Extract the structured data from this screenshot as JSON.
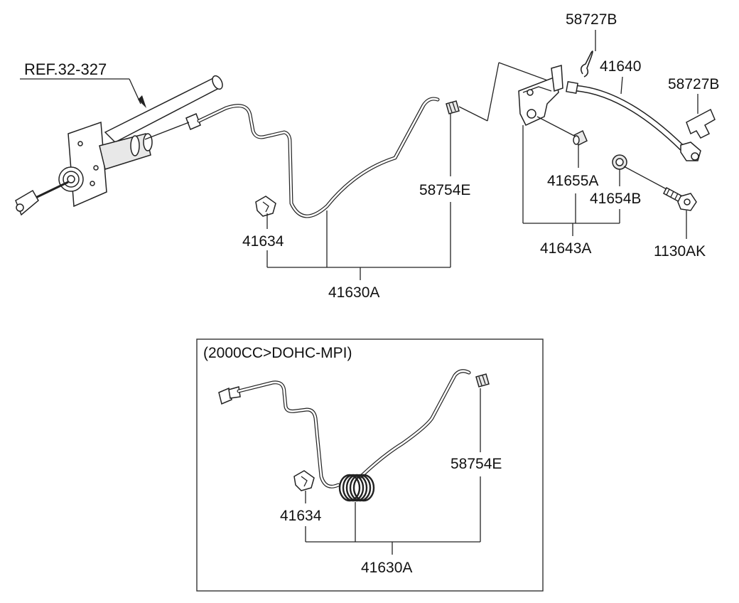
{
  "main": {
    "ref_label": "REF.32-327",
    "labels": {
      "p58727b_top": "58727B",
      "p41640": "41640",
      "p58727b_right": "58727B",
      "p41655a": "41655A",
      "p41654b": "41654B",
      "p58754e": "58754E",
      "p41634": "41634",
      "p41643a": "41643A",
      "p1130ak": "1130AK",
      "p41630a": "41630A"
    }
  },
  "inset": {
    "title": "(2000CC>DOHC-MPI)",
    "labels": {
      "p58754e": "58754E",
      "p41634": "41634",
      "p41630a": "41630A"
    }
  },
  "colors": {
    "line": "#222222",
    "background": "#ffffff"
  }
}
